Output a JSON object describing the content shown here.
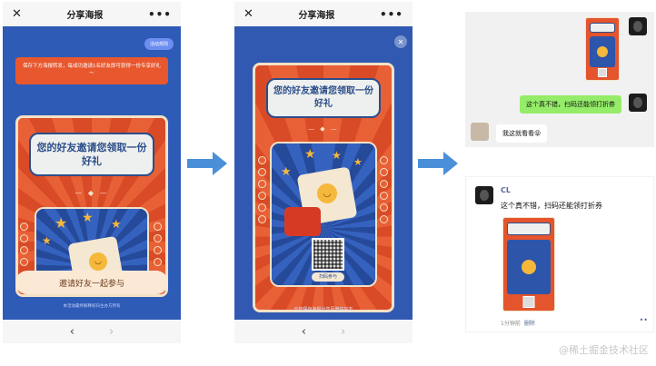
{
  "phones": [
    {
      "title": "分享海报",
      "close_icon": "close-icon",
      "more_icon": "more-icon",
      "tag_pill": "活动规则",
      "notice": "保存下方海报转发，每成功邀请1名好友即可获得一份专享好礼～",
      "poster_title": "您的好友邀请您领取一份好礼",
      "cta": "邀请好友一起参与",
      "footnote": "本活动最终解释权归主办方所有",
      "nav_back": "‹",
      "nav_forward": "›"
    },
    {
      "title": "分享海报",
      "close_icon": "close-icon",
      "more_icon": "more-icon",
      "poster_title": "您的好友邀请您领取一份好礼",
      "qr_label": "扫码参与",
      "caption": "长按保存海报分享至微信好友",
      "nav_back": "‹",
      "nav_forward": "›"
    }
  ],
  "chat": {
    "message_green": "这个真不错，扫码还能领打折券",
    "message_reply": "我这就看看😝"
  },
  "moment": {
    "user": "CL",
    "text": "这个真不错，扫码还能领打折券",
    "time": "1分钟前",
    "delete": "删除",
    "more": "••"
  },
  "watermark": "@稀土掘金技术社区",
  "colors": {
    "primary_blue": "#2e5bb6",
    "poster_orange": "#e4542d",
    "cream": "#f3e2c6",
    "wechat_green": "#95ec69",
    "arrow_blue": "#4a90d9"
  }
}
